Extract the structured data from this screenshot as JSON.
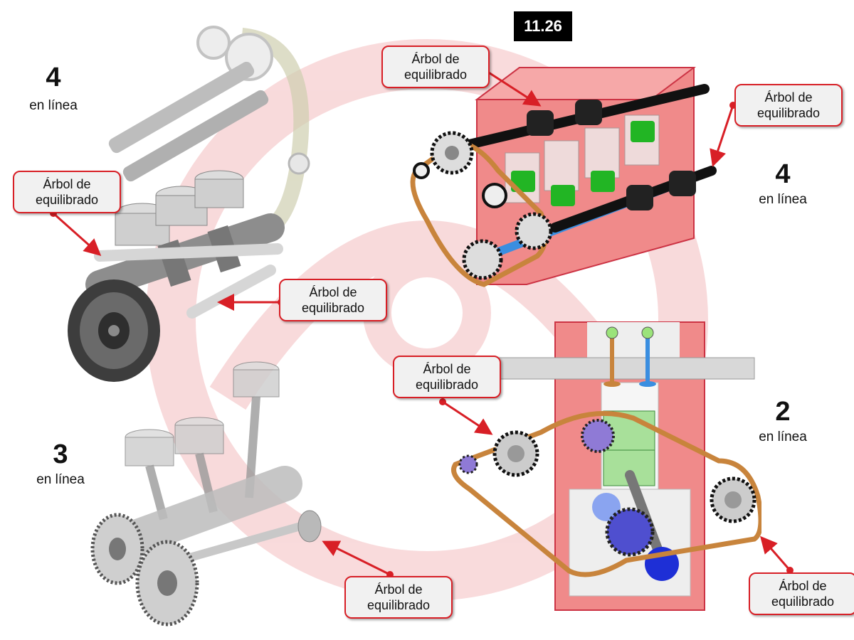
{
  "figure_number": "11.26",
  "colors": {
    "accent": "#d81f26",
    "block": "#f08a8a",
    "shaft_blue": "#3a8ee0",
    "piston_green": "#22b524",
    "belt": "#c8843c"
  },
  "configs": [
    {
      "id": "four-inline-real",
      "number": "4",
      "label": "en línea"
    },
    {
      "id": "four-inline-schematic",
      "number": "4",
      "label": "en línea"
    },
    {
      "id": "three-inline",
      "number": "3",
      "label": "en línea"
    },
    {
      "id": "two-inline",
      "number": "2",
      "label": "en línea"
    }
  ],
  "callouts": [
    {
      "id": "c1",
      "text": "Árbol de\nequilibrado"
    },
    {
      "id": "c2",
      "text": "Árbol de\nequilibrado"
    },
    {
      "id": "c3",
      "text": "Árbol de\nequilibrado"
    },
    {
      "id": "c4",
      "text": "Árbol de\nequilibrado"
    },
    {
      "id": "c5",
      "text": "Árbol de\nequilibrado"
    },
    {
      "id": "c6",
      "text": "Árbol de\nequilibrado"
    },
    {
      "id": "c7",
      "text": "Árbol de\nequilibrado"
    }
  ],
  "icons": [
    "watermark-logo-icon",
    "crankshaft-pulley-icon",
    "gear-icon",
    "piston-icon",
    "valve-icon",
    "belt-icon"
  ]
}
